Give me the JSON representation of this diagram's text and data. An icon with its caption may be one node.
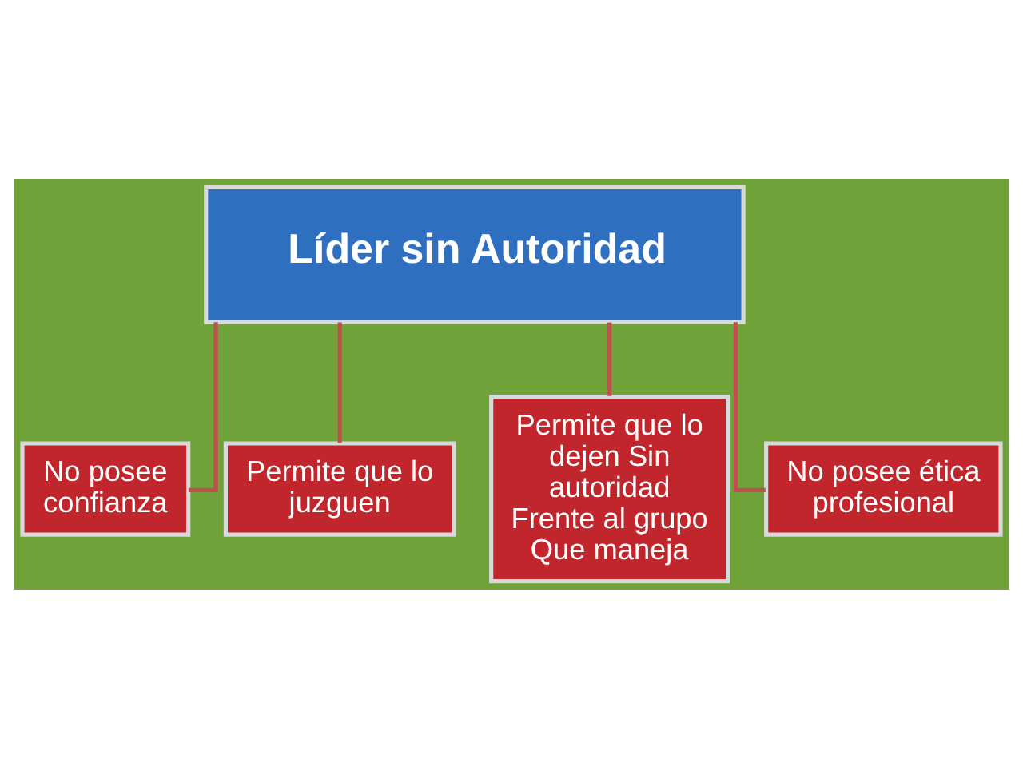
{
  "diagram": {
    "nodes": [
      {
        "text": [
          "Líder sin Autoridad"
        ]
      },
      {
        "text": [
          "No posee confianza"
        ]
      },
      {
        "text": [
          "Permite que lo juzguen"
        ]
      },
      {
        "text": [
          "Permite que lo dejen Sin autoridad Frente al grupo Que maneja"
        ]
      },
      {
        "text": [
          "No posee ética profesional"
        ]
      }
    ],
    "edges": [
      {
        "from": 0,
        "to": 1,
        "arrow": "none"
      },
      {
        "from": 0,
        "to": 2,
        "arrow": "none"
      },
      {
        "from": 0,
        "to": 3,
        "arrow": "none"
      },
      {
        "from": 0,
        "to": 4,
        "arrow": "none"
      }
    ]
  }
}
